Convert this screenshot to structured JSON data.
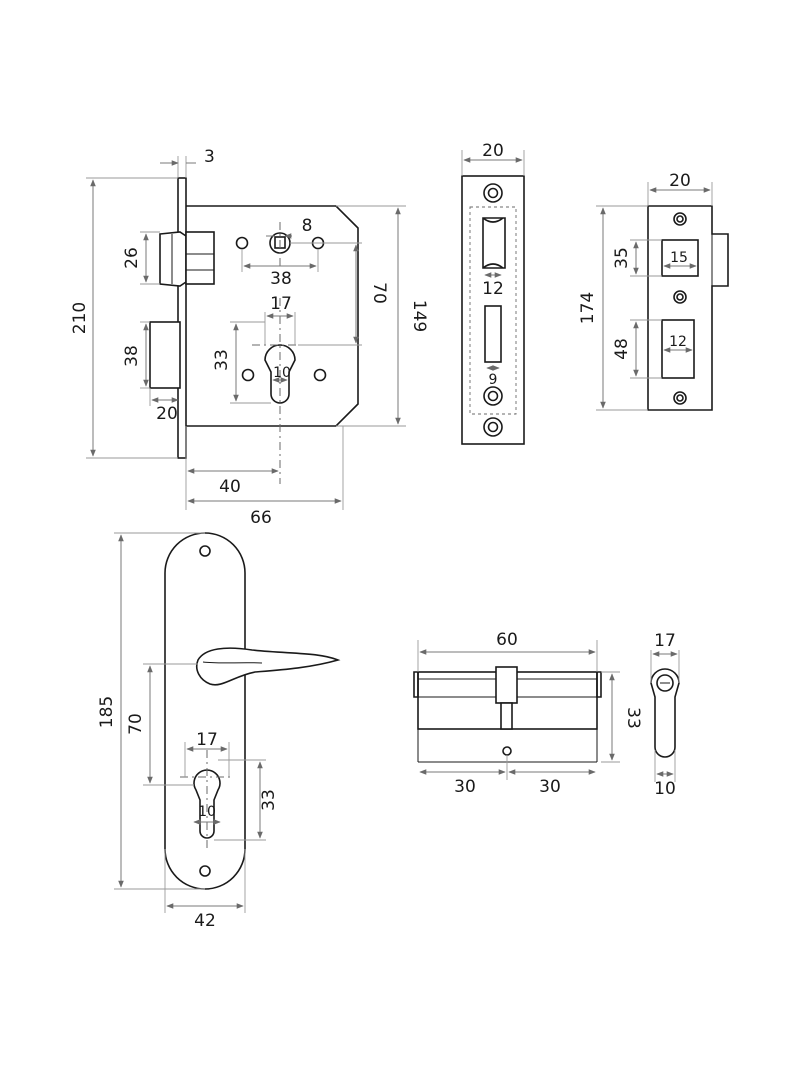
{
  "mortise_lock": {
    "faceplate_thickness": "3",
    "height_total": "210",
    "height_case": "149",
    "latch_height": "26",
    "deadbolt_height": "38",
    "deadbolt_throw": "20",
    "spindle_square": "8",
    "spindle_holes_spacing": "38",
    "backset_distance": "70",
    "cylinder_width": "17",
    "cylinder_height": "33",
    "cylinder_neck": "10",
    "backset": "40",
    "case_depth": "66"
  },
  "faceplate": {
    "width": "20",
    "latch_window": "12",
    "bolt_window": "9"
  },
  "strike_plate": {
    "width": "20",
    "length": "174",
    "latch_opening_height": "35",
    "latch_opening_width": "15",
    "bolt_opening_height": "48",
    "bolt_opening_width": "12"
  },
  "handle_plate": {
    "length": "185",
    "handle_to_cylinder": "70",
    "cylinder_width": "17",
    "cylinder_height": "33",
    "cylinder_neck": "10",
    "plate_width": "42"
  },
  "euro_cylinder": {
    "length": "60",
    "height": "33",
    "half_left": "30",
    "half_right": "30",
    "profile_width": "17",
    "profile_neck": "10"
  }
}
